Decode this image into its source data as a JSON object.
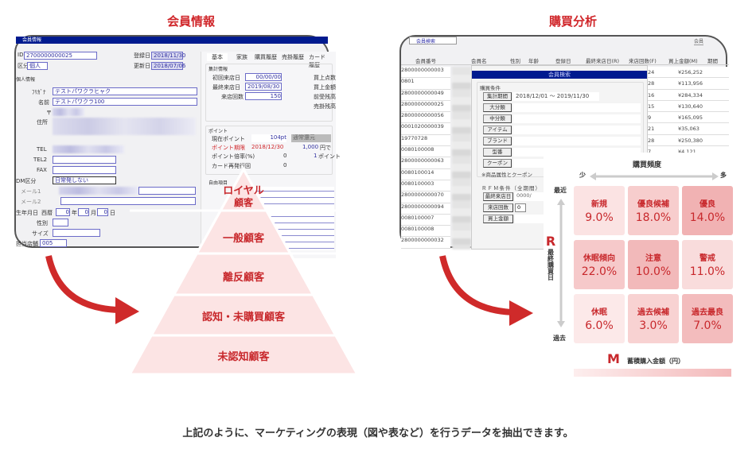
{
  "sections": {
    "left_title": "会員情報",
    "right_title": "購買分析"
  },
  "member_window": {
    "title": "会員情報",
    "fields": {
      "id_label": "ID",
      "id_value": "2700000000025",
      "kubun_label": "区分",
      "kubun_value": "個人",
      "reg_label": "登録日",
      "reg_value": "2018/11/30",
      "upd_label": "更新日",
      "upd_value": "2018/07/06",
      "group_label": "個人情報",
      "kana_label": "ﾌﾘｶﾞﾅ",
      "kana_value": "テストパワクラヒャク",
      "name_label": "名前",
      "name_value": "テストパワクラ100",
      "zip_label": "〒",
      "addr_label": "住所",
      "tel_label": "TEL",
      "tel2_label": "TEL2",
      "fax_label": "FAX",
      "dm_label": "DM区分",
      "dm_value": "日常発しない",
      "mail1_label": "メール1",
      "mail2_label": "メール2",
      "birth_label": "生年月日",
      "birth_era": "西暦",
      "birth_y": "0",
      "birth_y_unit": "年",
      "birth_m": "0",
      "birth_m_unit": "月",
      "birth_d": "0",
      "birth_d_unit": "日",
      "sex_label": "性別",
      "size_label": "サイズ",
      "store_label": "担当店舗",
      "store_value": "005"
    },
    "tabs": [
      "基本",
      "家族",
      "購買履歴",
      "売掛履歴",
      "カード履歴"
    ],
    "summary": {
      "group_label": "集計情報",
      "first_visit_label": "初回来店日",
      "first_visit_value": "00/00/00",
      "last_visit_label": "最終来店日",
      "last_visit_value": "2019/08/30",
      "visits_label": "来店回数",
      "visits_value": "150",
      "sales_count_label": "買上点数",
      "sales_amount_label": "買上金額",
      "advance_label": "前受残高",
      "receivable_label": "売掛残高"
    },
    "points": {
      "group_label": "ポイント",
      "current_label": "現在ポイント",
      "current_value": "104pt",
      "normal_label": "通常還元",
      "expiry_label": "ポイント期限",
      "expiry_value": "2018/12/30",
      "rate_amount": "1,000",
      "rate_unit": "円で",
      "rate_label": "ポイント倍率(%)",
      "rate_value": "0",
      "rate_point": "1",
      "rate_point_unit": "ポイント",
      "card_label": "カード再発行回",
      "card_value": "0"
    },
    "free_label": "自由項目",
    "free_index": "1"
  },
  "pyramid": {
    "levels": [
      "ロイヤル顧客",
      "一般顧客",
      "離反顧客",
      "認知・未購買顧客",
      "未認知顧客"
    ],
    "top_line1": "ロイヤル",
    "top_line2": "顧客"
  },
  "purchase_window": {
    "tab": "会員検索",
    "right_tab": "会員",
    "columns": [
      "会員番号",
      "会員名",
      "性別",
      "年齢",
      "登録日",
      "最終来店日(R)",
      "来店回数(F)",
      "買上金額(M)",
      "期間"
    ],
    "member_ids": [
      "2800000000003",
      "0801",
      "2800000000049",
      "2800000000025",
      "2800000000056",
      "0001020000039",
      "19770728",
      "0080100008",
      "2800000000063",
      "0080100014",
      "0080100003",
      "2800000000070",
      "2800000000094",
      "0080100007",
      "0080100008",
      "2800000000032"
    ],
    "visits": [
      "24",
      "28",
      "16",
      "15",
      "9",
      "21",
      "28",
      "7"
    ],
    "amounts": [
      "¥256,252",
      "¥113,956",
      "¥284,334",
      "¥130,640",
      "¥165,095",
      "¥35,063",
      "¥250,380",
      "¥4,121"
    ],
    "dialog": {
      "title": "会員検索",
      "group_label": "購買条件",
      "period_btn": "集計期間",
      "period_value": "2018/12/01 ～ 2019/11/30",
      "buttons": [
        "大分類",
        "中分類",
        "アイテム",
        "ブランド",
        "型番",
        "クーポン"
      ],
      "note": "※商品属性とクーポン",
      "rfm_label": "ＲＦＭ条件（全期間）",
      "last_visit_btn": "最終来店日",
      "last_visit_value": "0000/",
      "visits_btn": "来店回数",
      "visits_value": "0",
      "amount_btn": "買上金額"
    }
  },
  "rfm": {
    "freq_label": "購買頻度",
    "freq_low": "少",
    "freq_high": "多",
    "recent": "最近",
    "past": "過去",
    "r_letter": "R",
    "r_label": "最終購買日",
    "m_letter": "M",
    "m_label": "蓄積購入金額（円）",
    "cells": [
      {
        "name": "新規",
        "value": "9.0%",
        "color": "#fbe3e3"
      },
      {
        "name": "優良候補",
        "value": "18.0%",
        "color": "#f7cdcd"
      },
      {
        "name": "優良",
        "value": "14.0%",
        "color": "#f1b2b3"
      },
      {
        "name": "休眠傾向",
        "value": "22.0%",
        "color": "#f6c9ca"
      },
      {
        "name": "注意",
        "value": "10.0%",
        "color": "#f2b9ba"
      },
      {
        "name": "警戒",
        "value": "11.0%",
        "color": "#f9dcdc"
      },
      {
        "name": "休眠",
        "value": "6.0%",
        "color": "#fce9e9"
      },
      {
        "name": "過去候補",
        "value": "3.0%",
        "color": "#f8d2d2"
      },
      {
        "name": "過去最良",
        "value": "7.0%",
        "color": "#f3bcbd"
      }
    ]
  },
  "footer": "上記のように、マーケティングの表現（図や表など）を行うデータを抽出できます。"
}
